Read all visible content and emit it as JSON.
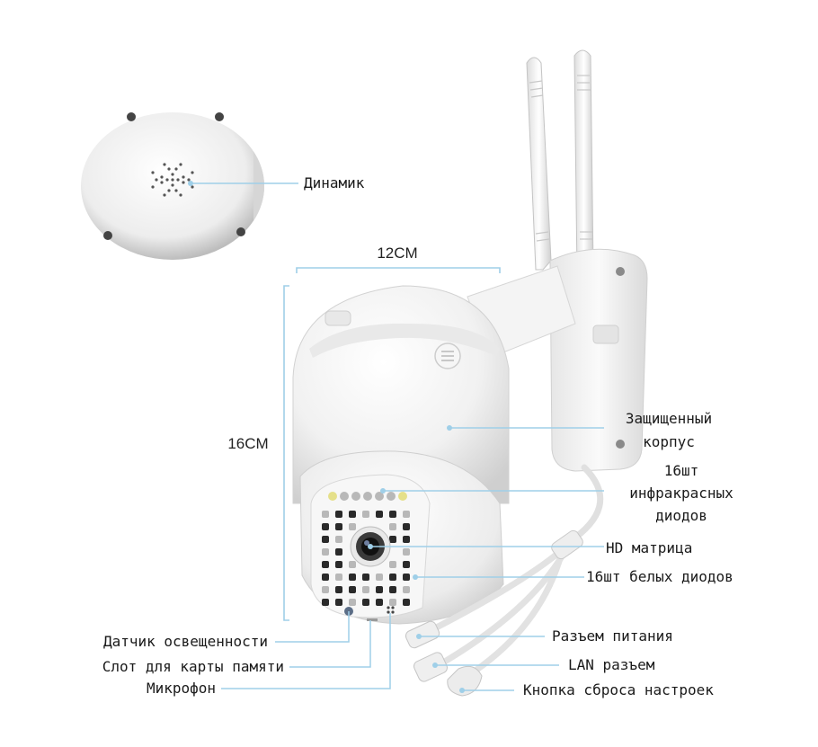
{
  "dimensions": {
    "width": "12CM",
    "height": "16CM"
  },
  "labels": {
    "speaker": "Динамик",
    "housing_line1": "Защищенный",
    "housing_line2": "корпус",
    "ir_line1": "16шт",
    "ir_line2": "инфракрасных",
    "ir_line3": "диодов",
    "hd_matrix": "HD матрица",
    "white_leds": "16шт белых диодов",
    "light_sensor": "Датчик освещенности",
    "memory_slot": "Слот для карты памяти",
    "microphone": "Микрофон",
    "power_connector": "Разъем питания",
    "lan_connector": "LAN разъем",
    "reset_button": "Кнопка сброса настроек"
  },
  "colors": {
    "callout": "#9fcfe8",
    "ir_led": "#b8b8b8",
    "white_led": "#2a2a2a",
    "body": "#f2f2f2"
  }
}
